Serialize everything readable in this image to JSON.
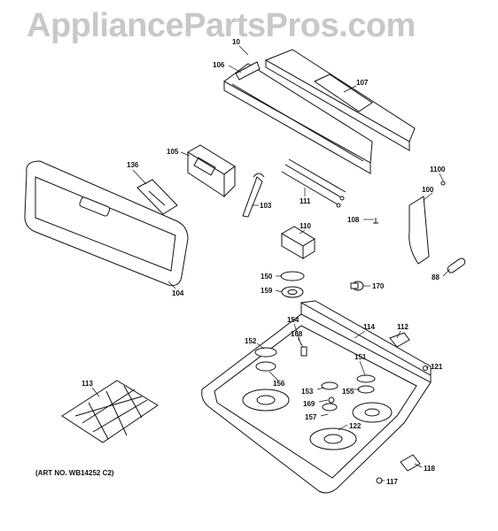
{
  "watermark": "AppliancePartsPros.com",
  "art_number": "(ART NO. WB14252 C2)",
  "callouts": {
    "c10": "10",
    "c106": "106",
    "c107": "107",
    "c105": "105",
    "c136": "136",
    "c1100": "1100",
    "c100": "100",
    "c103": "103",
    "c111": "111",
    "c108": "108",
    "c110": "110",
    "c104": "104",
    "c150": "150",
    "c159": "159",
    "c170": "170",
    "c88": "88",
    "c154": "154",
    "c114": "114",
    "c112": "112",
    "c152": "152",
    "c168": "168",
    "c151": "151",
    "c121": "121",
    "c113": "113",
    "c156": "156",
    "c153": "153",
    "c155": "155",
    "c169": "169",
    "c157": "157",
    "c122": "122",
    "c118": "118",
    "c117": "117"
  }
}
